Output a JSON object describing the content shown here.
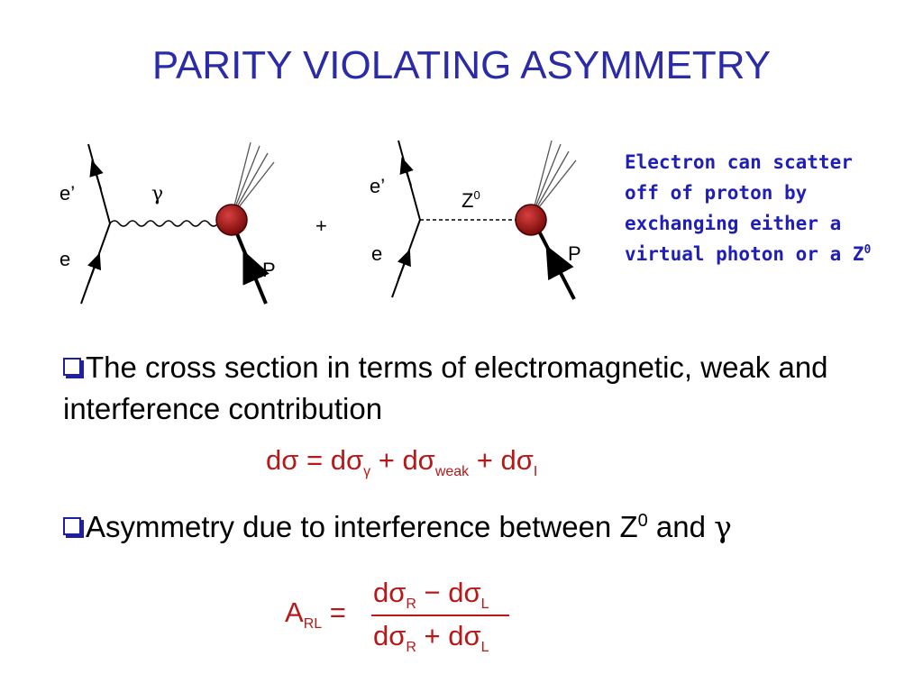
{
  "title": "PARITY VIOLATING ASYMMETRY",
  "diagram_left": {
    "outgoing_electron": "e’",
    "incoming_electron": "e",
    "boson": "γ",
    "proton": "P"
  },
  "plus_sign": "+",
  "diagram_right": {
    "outgoing_electron": "e’",
    "incoming_electron": "e",
    "boson": "Z",
    "boson_sup": "0",
    "proton": "P"
  },
  "side_note": {
    "line1": "Electron can scatter",
    "line2": "off of proton by",
    "line3": "exchanging either a",
    "line4": "virtual photon or a Z",
    "line4_sup": "0"
  },
  "bullet1": {
    "text": "The cross section in terms of electromagnetic, weak and interference contribution"
  },
  "equation1": {
    "lhs": "dσ",
    "eq": " = ",
    "t1": "dσ",
    "t1_sub": "γ",
    "plus1": " + ",
    "t2": "dσ",
    "t2_sub": "weak",
    "plus2": " + ",
    "t3": "dσ",
    "t3_sub": "I"
  },
  "bullet2": {
    "text": "Asymmetry due to interference between Z",
    "sup": "0",
    "and": " and ",
    "gamma": "γ"
  },
  "equation2": {
    "lhs": "A",
    "lhs_sub": "RL",
    "eq": " = ",
    "num_a": "dσ",
    "num_a_sub": "R",
    "num_op": " − ",
    "num_b": "dσ",
    "num_b_sub": "L",
    "den_a": "dσ",
    "den_a_sub": "R",
    "den_op": " + ",
    "den_b": "dσ",
    "den_b_sub": "L"
  },
  "colors": {
    "title": "#2b2ba8",
    "side_note": "#1f1fb8",
    "equation": "#b81818",
    "proton_blob": "#a01010"
  }
}
